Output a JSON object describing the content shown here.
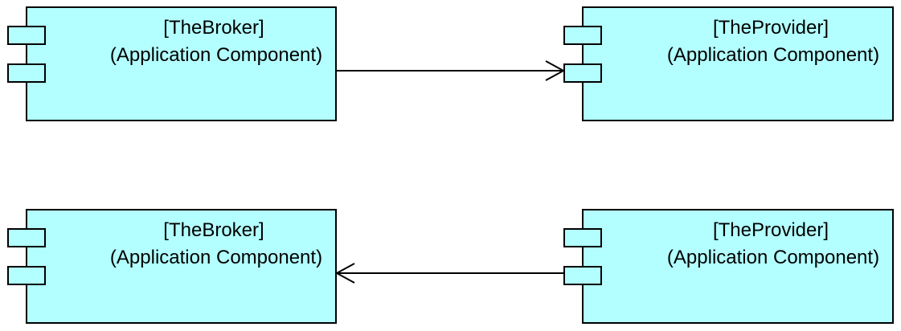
{
  "colors": {
    "component_fill": "#b3ffff",
    "stroke": "#000000",
    "background": "#ffffff"
  },
  "components": [
    {
      "id": "broker-top",
      "name": "[TheBroker]",
      "type": "(Application Component)"
    },
    {
      "id": "provider-top",
      "name": "[TheProvider]",
      "type": "(Application Component)"
    },
    {
      "id": "broker-bottom",
      "name": "[TheBroker]",
      "type": "(Application Component)"
    },
    {
      "id": "provider-bottom",
      "name": "[TheProvider]",
      "type": "(Application Component)"
    }
  ],
  "connections": [
    {
      "from": "broker-top",
      "to": "provider-top",
      "arrowhead": "open"
    },
    {
      "from": "provider-bottom",
      "to": "broker-bottom",
      "arrowhead": "open"
    }
  ]
}
